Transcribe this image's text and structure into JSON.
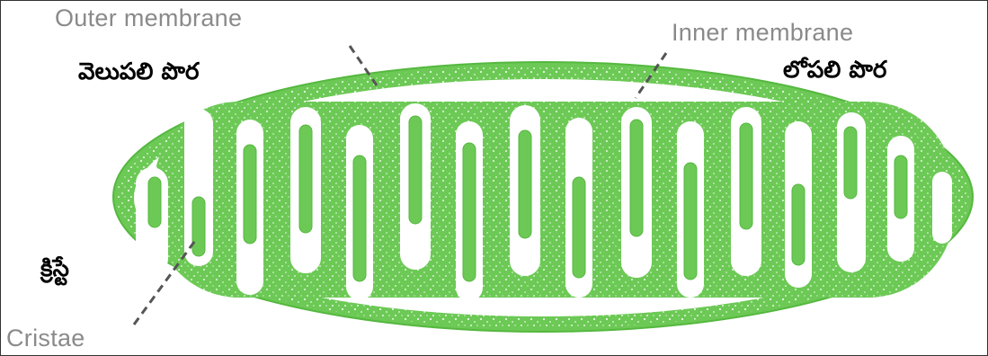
{
  "labels": {
    "outer_membrane_en": "Outer membrane",
    "outer_membrane_te": "వెలుపలి పొర",
    "inner_membrane_en": "Inner membrane",
    "inner_membrane_te": "లోపలి పొర",
    "cristae_en": "Cristae",
    "cristae_te": "క్రిస్టే"
  },
  "colors": {
    "membrane_green": "#6cc955",
    "membrane_stroke": "#55b83f",
    "stipple": "#ffffff",
    "matrix": "#ffffff",
    "leader_line": "#555555",
    "english_label": "#8a8a8a",
    "telugu_label": "#000000"
  }
}
